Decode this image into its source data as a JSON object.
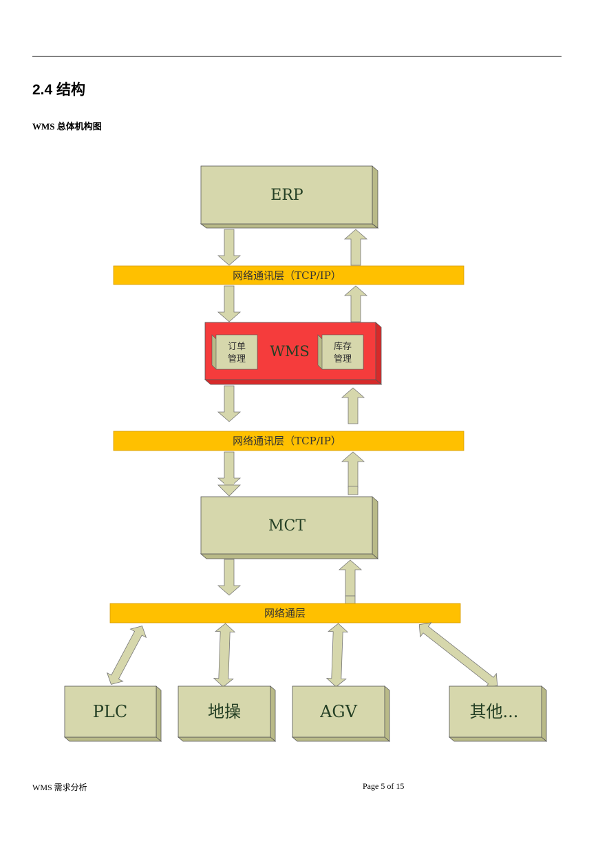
{
  "page": {
    "heading": "2.4 结构",
    "subheading": "WMS 总体机构图",
    "footer_left": "WMS 需求分析",
    "footer_right": "Page 5 of 15"
  },
  "diagram": {
    "erp_label": "ERP",
    "network_layer_1": "网络通讯层（TCP/IP）",
    "wms_label": "WMS",
    "order_mgmt_line1": "订单",
    "order_mgmt_line2": "管理",
    "inventory_mgmt_line1": "库存",
    "inventory_mgmt_line2": "管理",
    "network_layer_2": "网络通讯层（TCP/IP）",
    "mct_label": "MCT",
    "network_layer_3": "网络通层",
    "device_plc": "PLC",
    "device_manual": "地操",
    "device_agv": "AGV",
    "device_other": "其他...",
    "colors": {
      "box_fill": "#d6d7ac",
      "box_shade": "#b9ba88",
      "layer_fill": "#ffc000",
      "wms_fill": "#f53c3c",
      "arrow_fill": "#d6d7ac",
      "text_dark": "#243f24"
    }
  }
}
